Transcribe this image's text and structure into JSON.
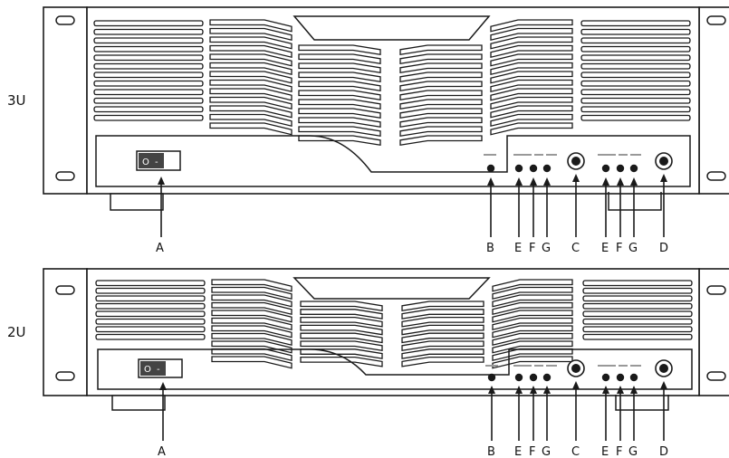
{
  "units": [
    {
      "size_label": "3U",
      "callouts": {
        "a": "A",
        "b": "B",
        "e1": "E",
        "f1": "F",
        "g1": "G",
        "c": "C",
        "e2": "E",
        "f2": "F",
        "g2": "G",
        "d": "D"
      },
      "switch": {
        "off": "O",
        "on": "-"
      }
    },
    {
      "size_label": "2U",
      "callouts": {
        "a": "A",
        "b": "B",
        "e1": "E",
        "f1": "F",
        "g1": "G",
        "c": "C",
        "e2": "E",
        "f2": "F",
        "g2": "G",
        "d": "D"
      },
      "switch": {
        "off": "O",
        "on": "-"
      }
    }
  ],
  "colors": {
    "line": "#1a1a1a",
    "fill": "#ffffff",
    "switch": "#444444"
  }
}
